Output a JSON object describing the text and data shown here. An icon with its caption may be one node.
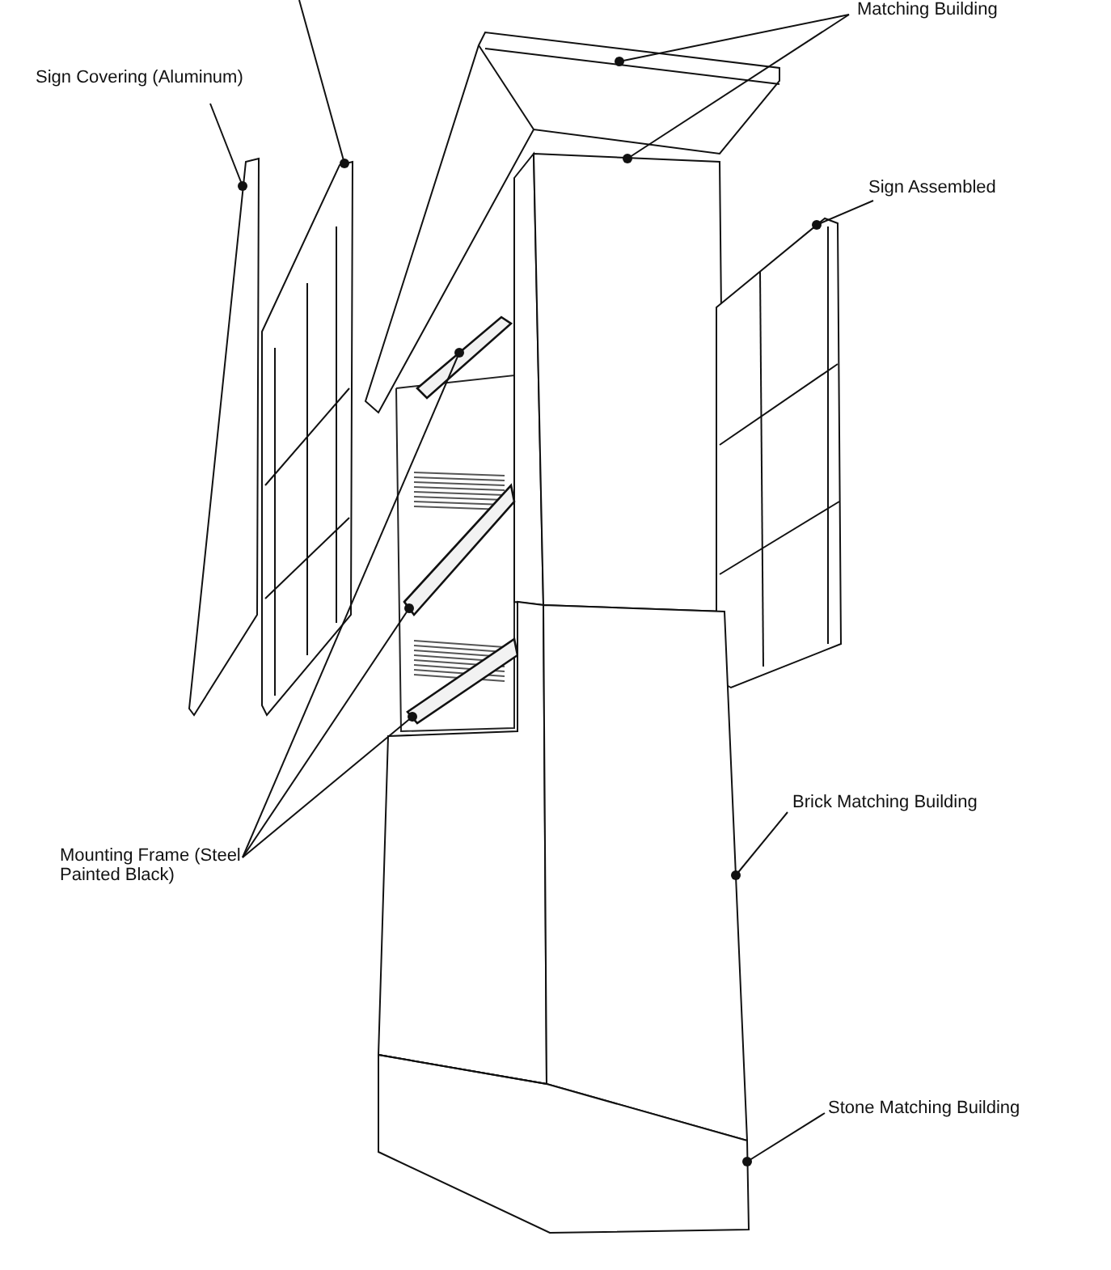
{
  "diagram": {
    "nodes": [
      {
        "text": [
          "Sign Covering (Aluminum)"
        ]
      },
      {
        "text": [],
        "shape": "box"
      },
      {
        "text": [],
        "shape": "box"
      },
      {
        "text": [
          "Matching Building"
        ]
      },
      {
        "text": [],
        "shape": "box"
      },
      {
        "text": [],
        "shape": "box"
      },
      {
        "text": [
          "Sign Assembled"
        ]
      },
      {
        "text": [],
        "shape": "box"
      },
      {
        "text": [
          "Mounting Frame (Steel Painted Black)"
        ]
      },
      {
        "text": [],
        "shape": "bar"
      },
      {
        "text": [],
        "shape": "bar"
      },
      {
        "text": [],
        "shape": "bar"
      },
      {
        "text": [
          "Brick Matching Building"
        ]
      },
      {
        "text": [],
        "shape": "box"
      },
      {
        "text": [
          "Stone Matching Building"
        ]
      },
      {
        "text": [],
        "shape": "box"
      }
    ],
    "edges": [
      {
        "from": null,
        "to": 2,
        "arrow": "other"
      },
      {
        "from": 0,
        "to": 1,
        "arrow": "other"
      },
      {
        "from": 3,
        "to": 4,
        "arrow": "other"
      },
      {
        "from": 3,
        "to": 5,
        "arrow": "other"
      },
      {
        "from": 6,
        "to": 7,
        "arrow": "other"
      },
      {
        "from": 8,
        "to": 9,
        "arrow": "other"
      },
      {
        "from": 8,
        "to": 10,
        "arrow": "other"
      },
      {
        "from": 8,
        "to": 11,
        "arrow": "other"
      },
      {
        "from": 12,
        "to": 13,
        "arrow": "other"
      },
      {
        "from": 14,
        "to": 15,
        "arrow": "other"
      }
    ]
  }
}
